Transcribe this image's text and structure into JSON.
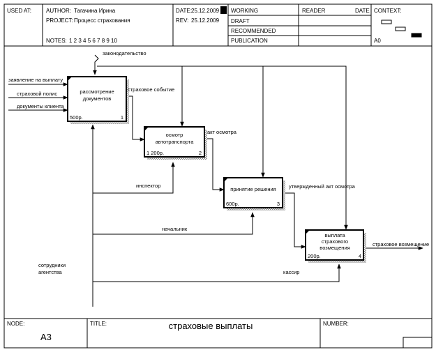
{
  "header": {
    "used_at": "USED AT:",
    "author_label": "AUTHOR:",
    "author": "Тагачина Ирина",
    "project_label": "PROJECT:",
    "project": "Процесс страхования",
    "notes_label": "NOTES:",
    "notes_numbers": "1  2  3  4  5  6  7  8  9  10",
    "date_label": "DATE:",
    "date": "25.12.2009",
    "rev_label": "REV:",
    "rev": "25.12.2009",
    "status": [
      "WORKING",
      "DRAFT",
      "RECOMMENDED",
      "PUBLICATION"
    ],
    "reader": "READER",
    "date2": "DATE",
    "context": "CONTEXT:",
    "context_node": "A0"
  },
  "footer": {
    "node_label": "NODE:",
    "node": "A3",
    "title_label": "TITLE:",
    "title": "страховые выплаты",
    "number_label": "NUMBER:"
  },
  "diagram": {
    "boxes": [
      {
        "lines": [
          "рассмотрение",
          "документов"
        ],
        "cost": "500р.",
        "num": "1"
      },
      {
        "lines": [
          "осмотр",
          "автотранспорта"
        ],
        "cost": "1 200р.",
        "num": "2"
      },
      {
        "lines": [
          "принятие решения"
        ],
        "cost": "600р.",
        "num": "3"
      },
      {
        "lines": [
          "выплата",
          "страхового",
          "возмещения"
        ],
        "cost": "200р.",
        "num": "4"
      }
    ],
    "inputs": [
      "заявление на выплату",
      "страховой полис",
      "документы клиента"
    ],
    "control": "законодательство",
    "mechanisms": [
      "сотрудники",
      "агентства"
    ],
    "arrows": {
      "insured_event": "страховое событие",
      "inspection_act": "акт осмотра",
      "approved_act": "утвержденный акт осмотра",
      "payout": "страховое возмещение",
      "inspector": "инспектор",
      "chief": "начальник",
      "cashier": "кассир"
    }
  },
  "colors": {
    "ink": "#000000",
    "shadow": "#9a9a9a",
    "background": "#ffffff"
  }
}
